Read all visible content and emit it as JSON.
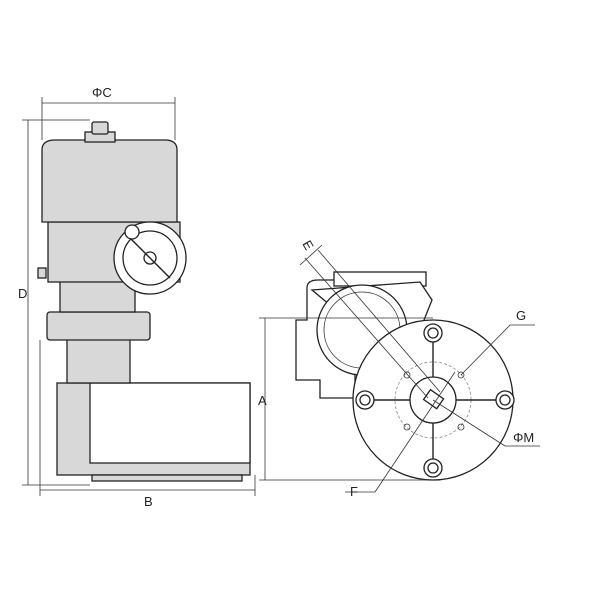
{
  "dimensions": {
    "phi_c": "ΦC",
    "d": "D",
    "b": "B",
    "a": "A",
    "e": "E",
    "g": "G",
    "phi_m": "ΦM",
    "f": "F"
  }
}
